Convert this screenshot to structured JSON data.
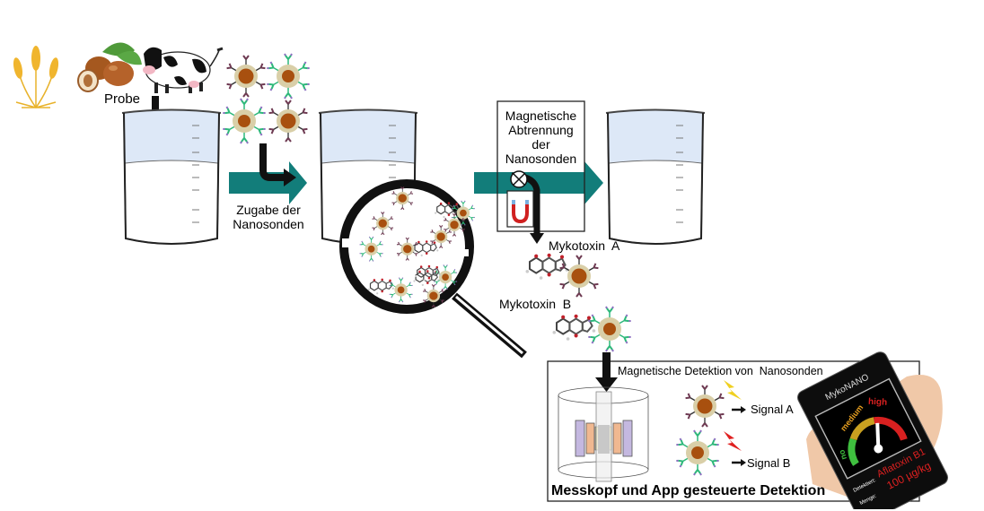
{
  "labels": {
    "probe": "Probe",
    "addition": [
      "Zugabe der",
      "Nanosonden"
    ],
    "separation": [
      "Magnetische",
      "Abtrennung",
      "der",
      "Nanosonden"
    ],
    "mycotoxin_a": "Mykotoxin  A",
    "mycotoxin_b": "Mykotoxin  B",
    "detection_heading": "Magnetische Detektion von  Nanosonden",
    "signal_a": "Signal A",
    "signal_b": "Signal B",
    "bottom_title": "Messkopf und App gesteuerte Detektion"
  },
  "samples": [
    "wheat-icon",
    "hazelnut-icon",
    "cow-icon"
  ],
  "app": {
    "name": "MykoNANO",
    "gauge_levels": [
      "no",
      "medium",
      "high"
    ],
    "gauge_level_colors": [
      "#3fbf3f",
      "#e8a020",
      "#d82020"
    ],
    "gauge_value": "high",
    "detected_label": "Detektiert:",
    "detected_value": "Aflatoxin B1",
    "amount_label": "Menge:",
    "amount_value": "100 µg/kg"
  },
  "colors": {
    "teal_arrow": "#127d7a",
    "beaker_liquid": "#dde8f7",
    "nanoprobe_core": "#a8500f",
    "nanoprobe_shell": "#d9cfa8",
    "antibody_a": "#6e3a52",
    "antibody_b": "#2db87a"
  }
}
